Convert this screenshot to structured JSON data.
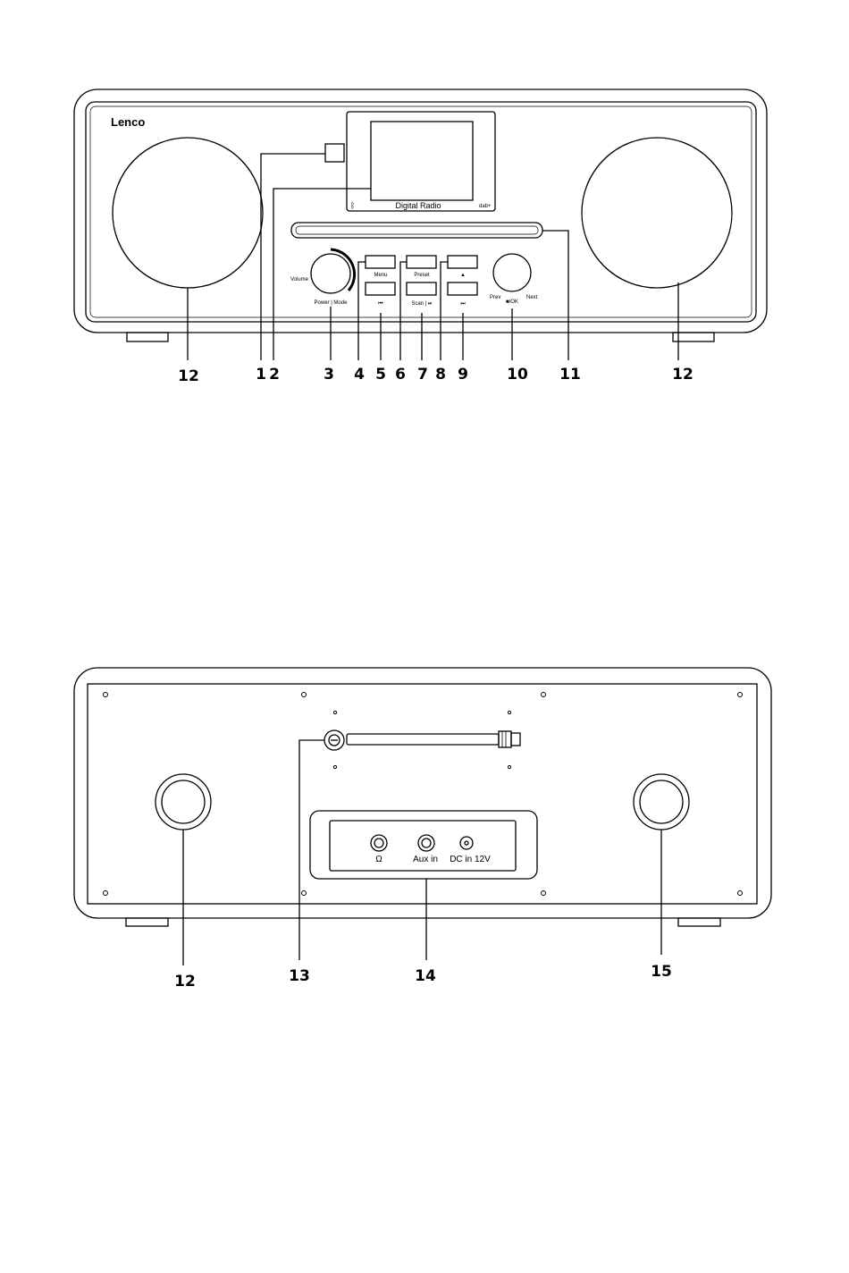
{
  "front": {
    "brand": "Lenco",
    "display_label": "Digital Radio",
    "dab_badge": "dab+",
    "bluetooth_icon": "bluetooth-icon",
    "volume_label": "Volume",
    "power_mode_label": "Power | Mode",
    "menu_label": "Menu",
    "preset_label": "Preset",
    "eject_symbol": "▲",
    "prev_track_symbol": "⏮",
    "scan_play_label": "Scan | ⏯",
    "next_track_symbol": "⏭",
    "prev_label": "Prev",
    "next_label": "Next",
    "ok_label": "■/OK",
    "callouts": [
      "12",
      "1",
      "2",
      "3",
      "4",
      "5",
      "6",
      "7",
      "8",
      "9",
      "10",
      "11",
      "12"
    ]
  },
  "back": {
    "headphone_symbol": "Ω",
    "aux_label": "Aux in",
    "dc_label": "DC in 12V",
    "callouts": [
      "12",
      "13",
      "14",
      "15"
    ]
  }
}
